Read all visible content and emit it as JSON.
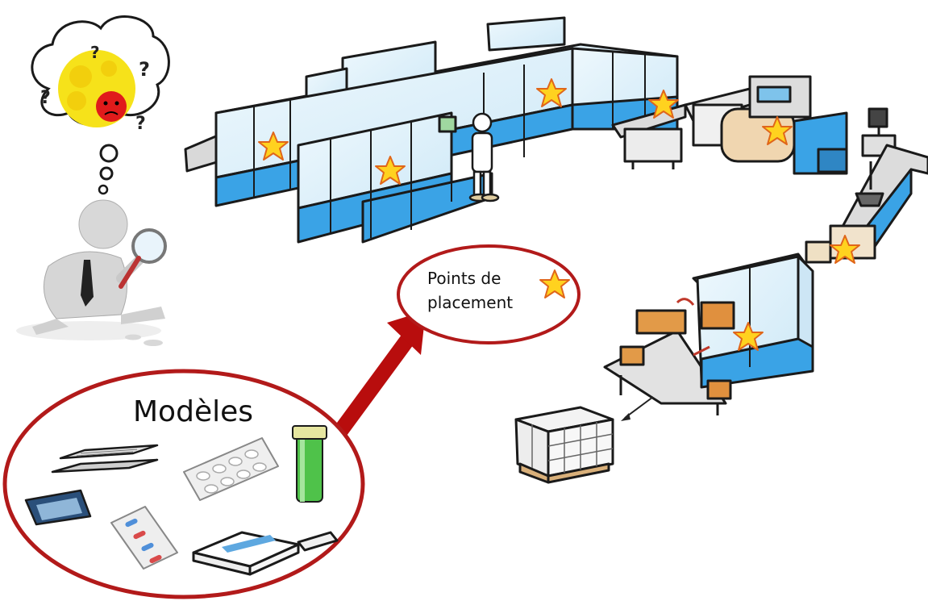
{
  "models_label": "Modèles",
  "placement_label": {
    "line1": "Points de",
    "line2": "placement"
  },
  "palette": {
    "ellipse_border": "#b21a1a",
    "arrow": "#b80d0d",
    "star_fill": "#ffd21f",
    "star_stroke": "#e0661a",
    "machine_blue": "#3aa3e6",
    "glass": "#dff1fb",
    "outline": "#1a1a1a"
  },
  "icons": [
    "thinking-bubble-icon",
    "investigator-figure-icon",
    "star-icon",
    "arrow-icon",
    "pallet-icon"
  ]
}
